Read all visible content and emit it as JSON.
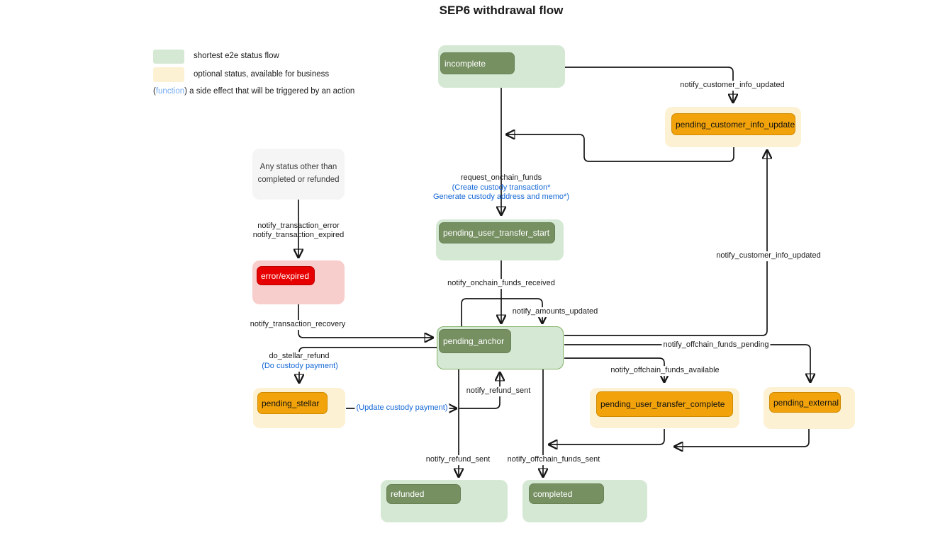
{
  "title": "SEP6 withdrawal flow",
  "legend": {
    "green_label": "shortest e2e status flow",
    "yellow_label": "optional status, available for business",
    "function_open": "(",
    "function_word": "function",
    "function_close": ")",
    "function_label": " a side effect that will be triggered by an action"
  },
  "nodes": {
    "incomplete": "incomplete",
    "pending_customer_info_update": "pending_customer_info_update",
    "any_status": {
      "line1": "Any status other than",
      "line2": "completed or refunded"
    },
    "error_expired": "error/expired",
    "pending_user_transfer_start": "pending_user_transfer_start",
    "pending_anchor": "pending_anchor",
    "pending_stellar": "pending_stellar",
    "pending_user_transfer_complete": "pending_user_transfer_complete",
    "pending_external": "pending_external",
    "refunded": "refunded",
    "completed": "completed"
  },
  "edge_labels": {
    "notify_customer_info_updated_top": "notify_customer_info_updated",
    "request_onchain_funds": "request_onchain_funds",
    "create_custody_transaction": "(Create custody transaction*",
    "generate_custody_address": "Generate custody address and memo*)",
    "notify_onchain_funds_received": "notify_onchain_funds_received",
    "notify_amounts_updated": "notify_amounts_updated",
    "notify_transaction_error": "notify_transaction_error",
    "notify_transaction_expired": "notify_transaction_expired",
    "notify_transaction_recovery": "notify_transaction_recovery",
    "do_stellar_refund": "do_stellar_refund",
    "do_custody_payment": "(Do custody payment)",
    "update_custody_payment": "(Update custody payment)",
    "notify_refund_sent_up": "notify_refund_sent",
    "notify_refund_sent_down": "notify_refund_sent",
    "notify_offchain_funds_sent": "notify_offchain_funds_sent",
    "notify_offchain_funds_pending": "notify_offchain_funds_pending",
    "notify_offchain_funds_available": "notify_offchain_funds_available",
    "notify_customer_info_updated_right": "notify_customer_info_updated"
  },
  "colors": {
    "green_light": "#d5e8d4",
    "green_dark": "#769062",
    "green_border": "#82b366",
    "yellow_light": "#fdf1d3",
    "orange": "#f2a30b",
    "orange_border": "#cf8a00",
    "red": "#e60000",
    "pink_light": "#f8cecc",
    "gray_box": "#f5f5f5",
    "edge_blue": "#1266d6",
    "function_blue": "#74abf0",
    "line": "#161616"
  }
}
